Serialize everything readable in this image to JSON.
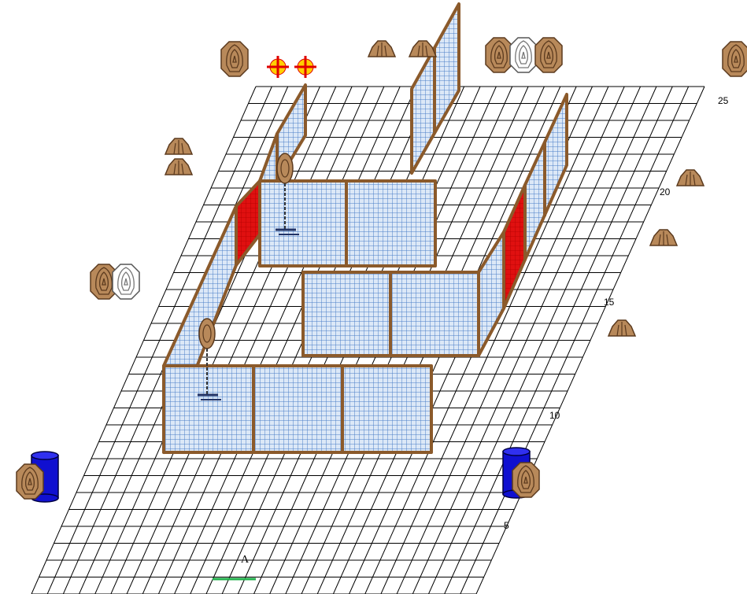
{
  "distance_markers": [
    "5",
    "10",
    "15",
    "20",
    "25"
  ],
  "start_label": "A",
  "colors": {
    "grid": "#000000",
    "wire": "#4A7EC7",
    "panel_fill": "#DCE8F7",
    "frame": "#8B5A2B",
    "hard_cover": "#E01010",
    "target": "#B8895A",
    "no_shoot": "#FFFFFF",
    "barrel": "#1010D0",
    "start_line": "#22B04B",
    "penalty": "#FFD000"
  },
  "icons": {
    "target": "paper-target-icon",
    "no_shoot": "no-shoot-target-icon",
    "popper": "steel-popper-icon",
    "barrel": "barrel-icon",
    "penalty": "penalty-cross-icon",
    "activator": "swinger-target-icon"
  }
}
